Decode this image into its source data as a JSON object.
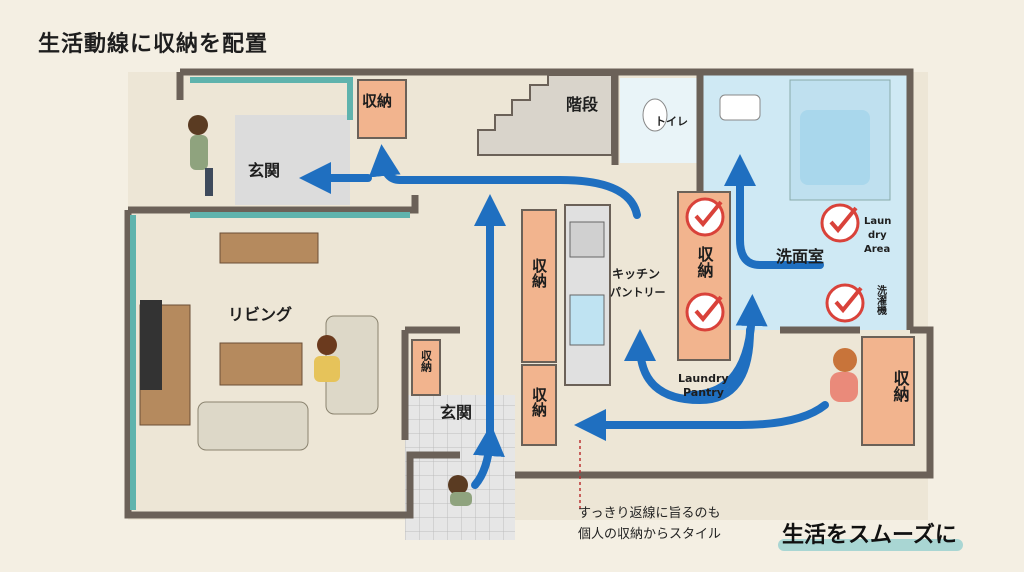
{
  "title": "生活動線に収納を配置",
  "rooms": {
    "entrance_top": "玄関",
    "entrance_bottom": "玄関",
    "stairs": "階段",
    "toilet": "トイレ",
    "living": "リビング",
    "washroom": "洗面室",
    "kitchen_line1": "キッチン",
    "kitchen_line2": "パントリー",
    "laundry_pantry_line1": "Laundry",
    "laundry_pantry_line2": "Pantry",
    "laundry_area_line1": "Laun",
    "laundry_area_line2": "dry",
    "laundry_area_line3": "Area",
    "washer_label": "洗濯機"
  },
  "storage": {
    "top_entry": "収納",
    "kitchen_upper": "収納",
    "kitchen_lower": "収納",
    "pantry": "収納",
    "small_entry": "収納",
    "right": "収納"
  },
  "note": {
    "line1": "すっきり返線に旨るのも",
    "line2": "個人の収納からスタイル"
  },
  "tagline": "生活をスムーズに",
  "colors": {
    "arrow": "#1f6fc0",
    "wall": "#6b6158",
    "teal": "#5fb3ad",
    "storage": "#f2b48e",
    "check": "#d9423a",
    "water": "#cfe9f4"
  }
}
